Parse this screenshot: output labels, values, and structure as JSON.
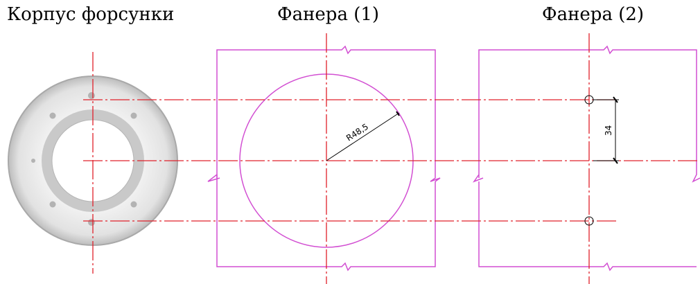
{
  "titles": {
    "nozzle_body": "Корпус форсунки",
    "plywood_1": "Фанера (1)",
    "plywood_2": "Фанера (2)"
  },
  "dimensions": {
    "radius_label": "R48,5",
    "hole_spacing_label": "34"
  },
  "colors": {
    "centerline": "#e0202a",
    "outline": "#d24fd2",
    "dimension": "#000000"
  }
}
